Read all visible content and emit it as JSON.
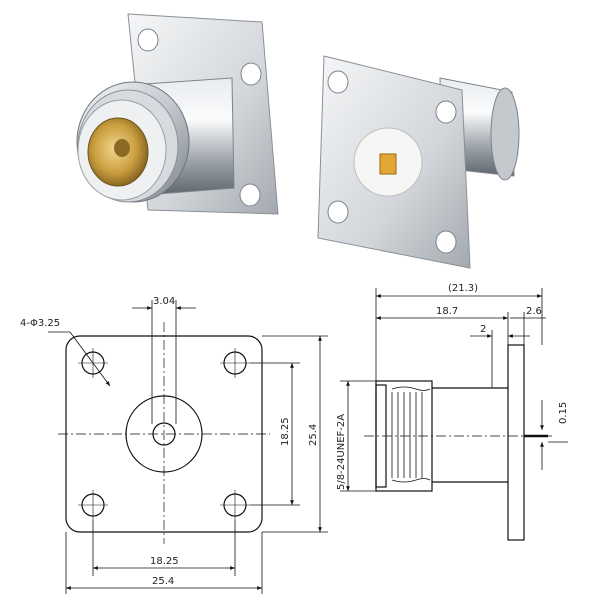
{
  "colors": {
    "background": "#ffffff",
    "metal_light": "#eef0f2",
    "metal_mid": "#b9bec4",
    "metal_dark": "#6d737a",
    "gold": "#c9a24a",
    "insulator": "#f4f4f2",
    "line": "#111111"
  },
  "front_view": {
    "label_holes": "4-Φ3.25",
    "label_pin": "3.04",
    "label_hole_spacing_v": "18.25",
    "label_flange_v": "25.4",
    "label_hole_spacing_h": "18.25",
    "label_flange_h": "25.4"
  },
  "side_view": {
    "label_total": "(21.3)",
    "label_body": "18.7",
    "label_flange_thick": "2.6",
    "label_step": "2",
    "label_thread": "5/8-24UNEF-2A",
    "label_pin_ext": "0.15"
  }
}
